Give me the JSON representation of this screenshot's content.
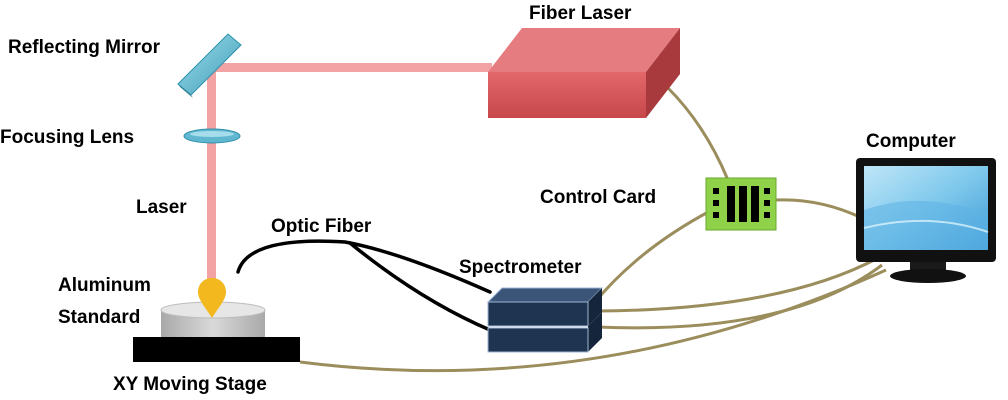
{
  "labels": {
    "fiber_laser": "Fiber Laser",
    "reflecting_mirror": "Reflecting Mirror",
    "focusing_lens": "Focusing Lens",
    "laser": "Laser",
    "aluminum": "Aluminum",
    "standard": "Standard",
    "optic_fiber": "Optic Fiber",
    "spectrometer": "Spectrometer",
    "control_card": "Control Card",
    "computer": "Computer",
    "xy_moving_stage": "XY Moving Stage"
  },
  "colors": {
    "laser_box": "#d85a5e",
    "laser_beam": "#f4a3a5",
    "mirror": "#5fb8d0",
    "cable": "#9b8d5c",
    "control_card": "#8fd24a",
    "spectrometer": "#1f3450",
    "stage": "#000000",
    "sample": "#bfbfbf",
    "plasma": "#f2b81e",
    "screen": "#7ec8ec"
  }
}
